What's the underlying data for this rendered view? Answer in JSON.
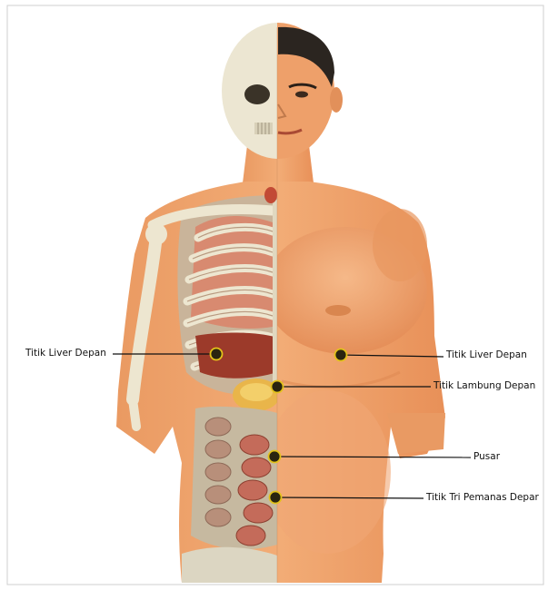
{
  "labels": {
    "left_liver": "Titik Liver Depan",
    "right_liver": "Titik Liver Depan",
    "stomach": "Titik Lambung Depan",
    "navel": "Pusar",
    "triple_heater": "Titik Tri Pemanas Depar"
  },
  "colors": {
    "skin": "#eea06a",
    "skin_dark": "#d97e4a",
    "bone": "#e7e2cf",
    "muscle": "#c94c35",
    "intestine": "#b9b6a4",
    "marker_fill": "#2a2410",
    "marker_ring": "#e3c21a"
  }
}
